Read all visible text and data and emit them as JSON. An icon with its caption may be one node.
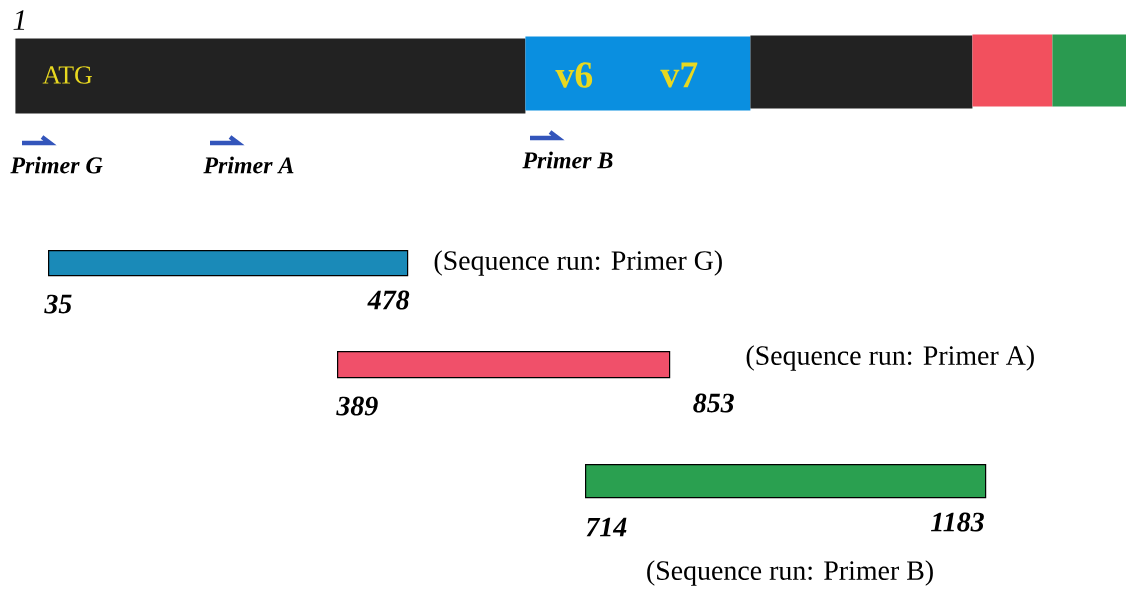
{
  "diagram": {
    "nodes": [
      {
        "text": [
          "ATG"
        ]
      },
      {
        "text": [
          "v6",
          "v7"
        ]
      },
      {
        "text": [],
        "shape": "box"
      },
      {
        "text": [],
        "shape": "box"
      },
      {
        "text": [],
        "shape": "box"
      },
      {
        "text": [],
        "shape": "bar",
        "beside": [
          "35",
          "478",
          "(Sequence run: Primer G)"
        ]
      },
      {
        "text": [],
        "shape": "bar",
        "beside": [
          "389",
          "853",
          "(Sequence run: Primer A)"
        ]
      },
      {
        "text": [],
        "shape": "bar",
        "beside": [
          "714",
          "1183",
          "(Sequence run: Primer B)"
        ]
      }
    ],
    "labels": [
      "1",
      "Primer G",
      "Primer A",
      "Primer B"
    ]
  }
}
